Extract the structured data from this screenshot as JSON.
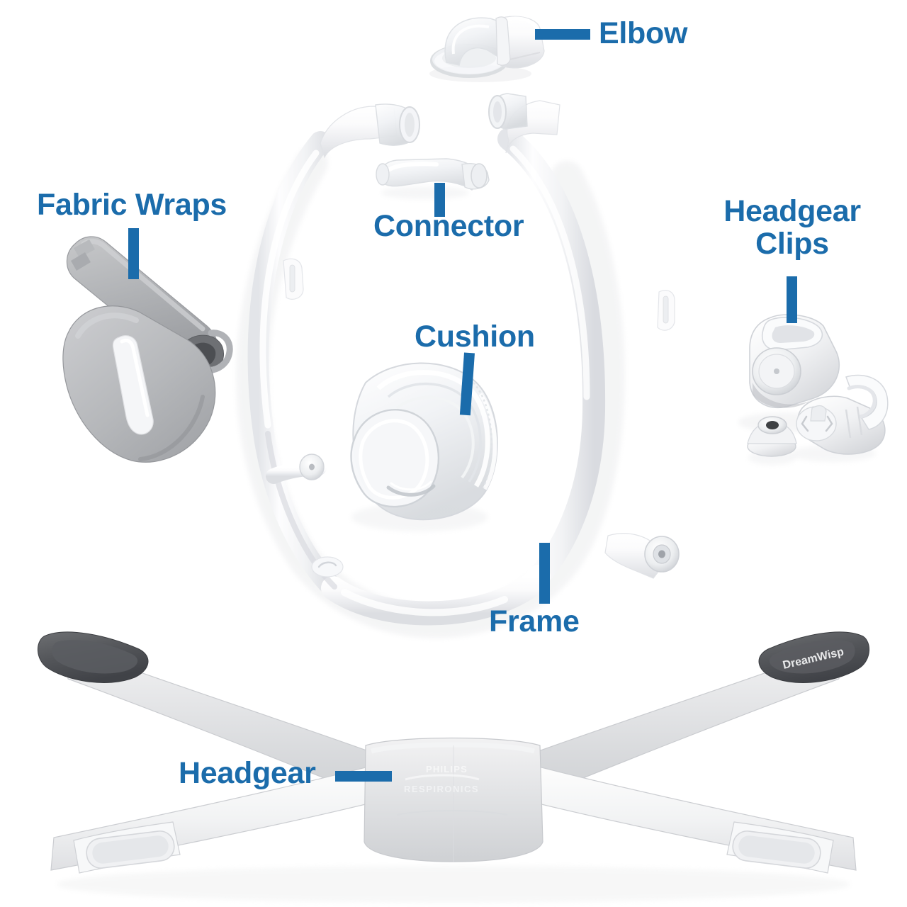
{
  "diagram": {
    "title": "DreamWisp nasal mask exploded parts diagram",
    "background_color": "#ffffff",
    "accent_color": "#1b6cab"
  },
  "labels": {
    "elbow": "Elbow",
    "fabric_wraps": "Fabric Wraps",
    "connector": "Connector",
    "headgear_clips": "Headgear\nClips",
    "cushion": "Cushion",
    "frame": "Frame",
    "headgear": "Headgear"
  },
  "product_marks": {
    "brand_line1": "PHILIPS",
    "brand_line2": "RESPIRONICS",
    "strap_tab": "DreamWisp"
  },
  "parts": [
    {
      "name": "elbow",
      "label": "Elbow",
      "description": "clear curved elbow with white collar"
    },
    {
      "name": "connector",
      "label": "Connector",
      "description": "short clear angled tube connector"
    },
    {
      "name": "frame",
      "label": "Frame",
      "description": "white tubular mask frame loop"
    },
    {
      "name": "cushion",
      "label": "Cushion",
      "description": "clear silicone nasal cushion"
    },
    {
      "name": "fabric-wraps",
      "label": "Fabric Wraps",
      "description": "two gray fleece tube wraps"
    },
    {
      "name": "headgear-clips",
      "label": "Headgear Clips",
      "description": "three white plastic clip pieces"
    },
    {
      "name": "headgear",
      "label": "Headgear",
      "description": "X-shaped gray fabric headgear straps"
    }
  ]
}
